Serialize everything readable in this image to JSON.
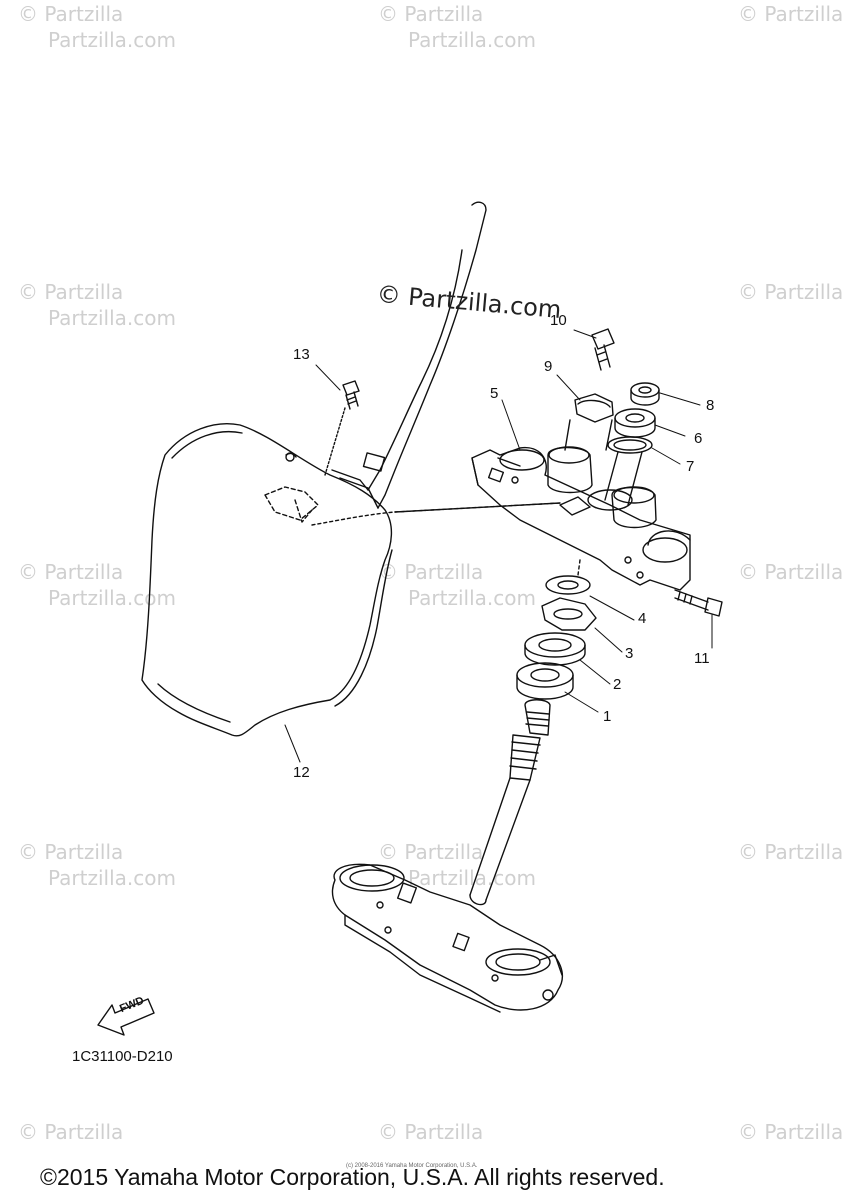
{
  "watermark": {
    "line1": "© Partzilla",
    "line2": "Partzilla.com",
    "center": "© Partzilla.com"
  },
  "callouts": [
    "1",
    "2",
    "3",
    "4",
    "5",
    "6",
    "7",
    "8",
    "9",
    "10",
    "11",
    "12",
    "13"
  ],
  "part_code": "1C31100-D210",
  "fwd_label": "FWD",
  "small_copyright": "(c) 2008-2016 Yamaha Motor Corporation, U.S.A.",
  "copyright": "©2015 Yamaha Motor Corporation, U.S.A. All rights reserved."
}
